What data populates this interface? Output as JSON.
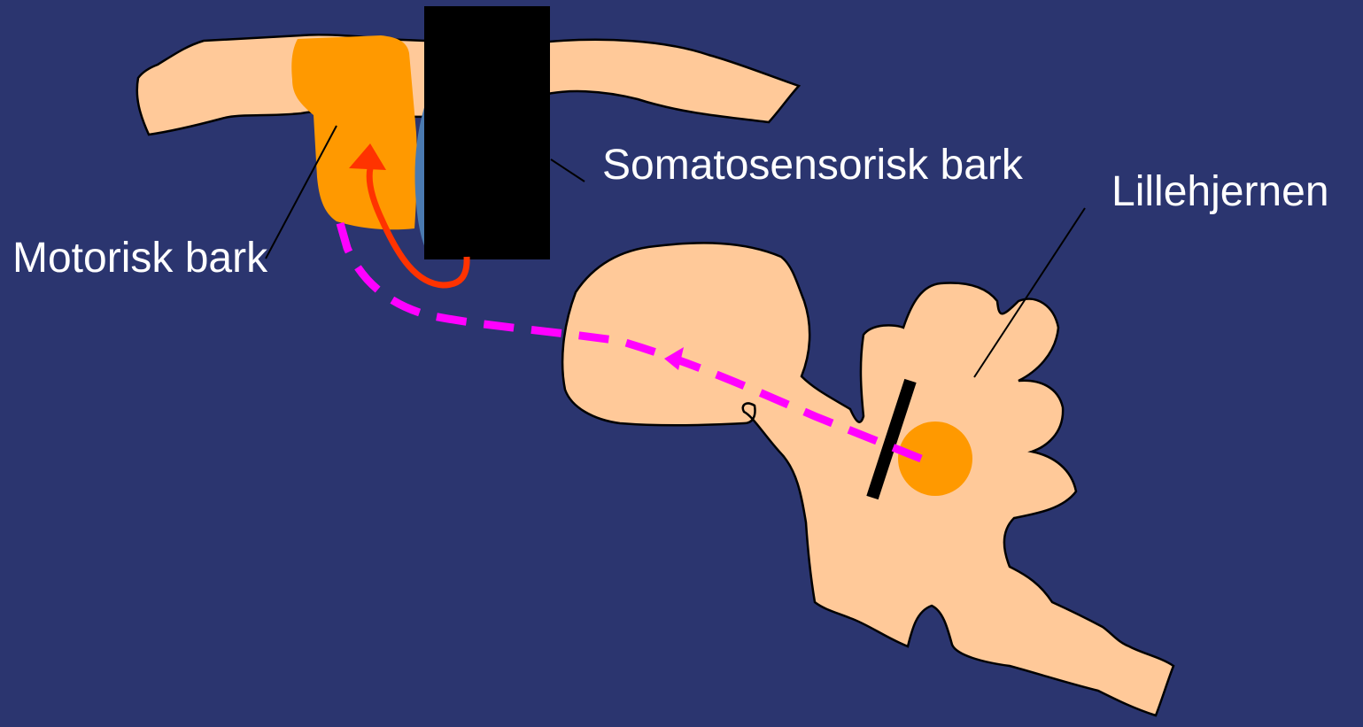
{
  "colors": {
    "background": "#2b356f",
    "tissue": "#ffc999",
    "outline": "#000000",
    "motor_cortex": "#ff9900",
    "nucleus": "#ff9900",
    "block": "#000000",
    "sulcus": "#4a7ab0",
    "loop_arrow": "#ff3300",
    "path_arrow": "#ff00ff",
    "label_text": "#ffffff",
    "leader_line": "#000000"
  },
  "labels": {
    "motor_cortex": "Motorisk bark",
    "somatosensory_cortex": "Somatosensorisk bark",
    "cerebellum": "Lillehjernen"
  },
  "icons": {
    "lesion_bar": "black-bar",
    "path_arrow": "dashed-arrow",
    "loop_arrow": "curved-arrow"
  }
}
